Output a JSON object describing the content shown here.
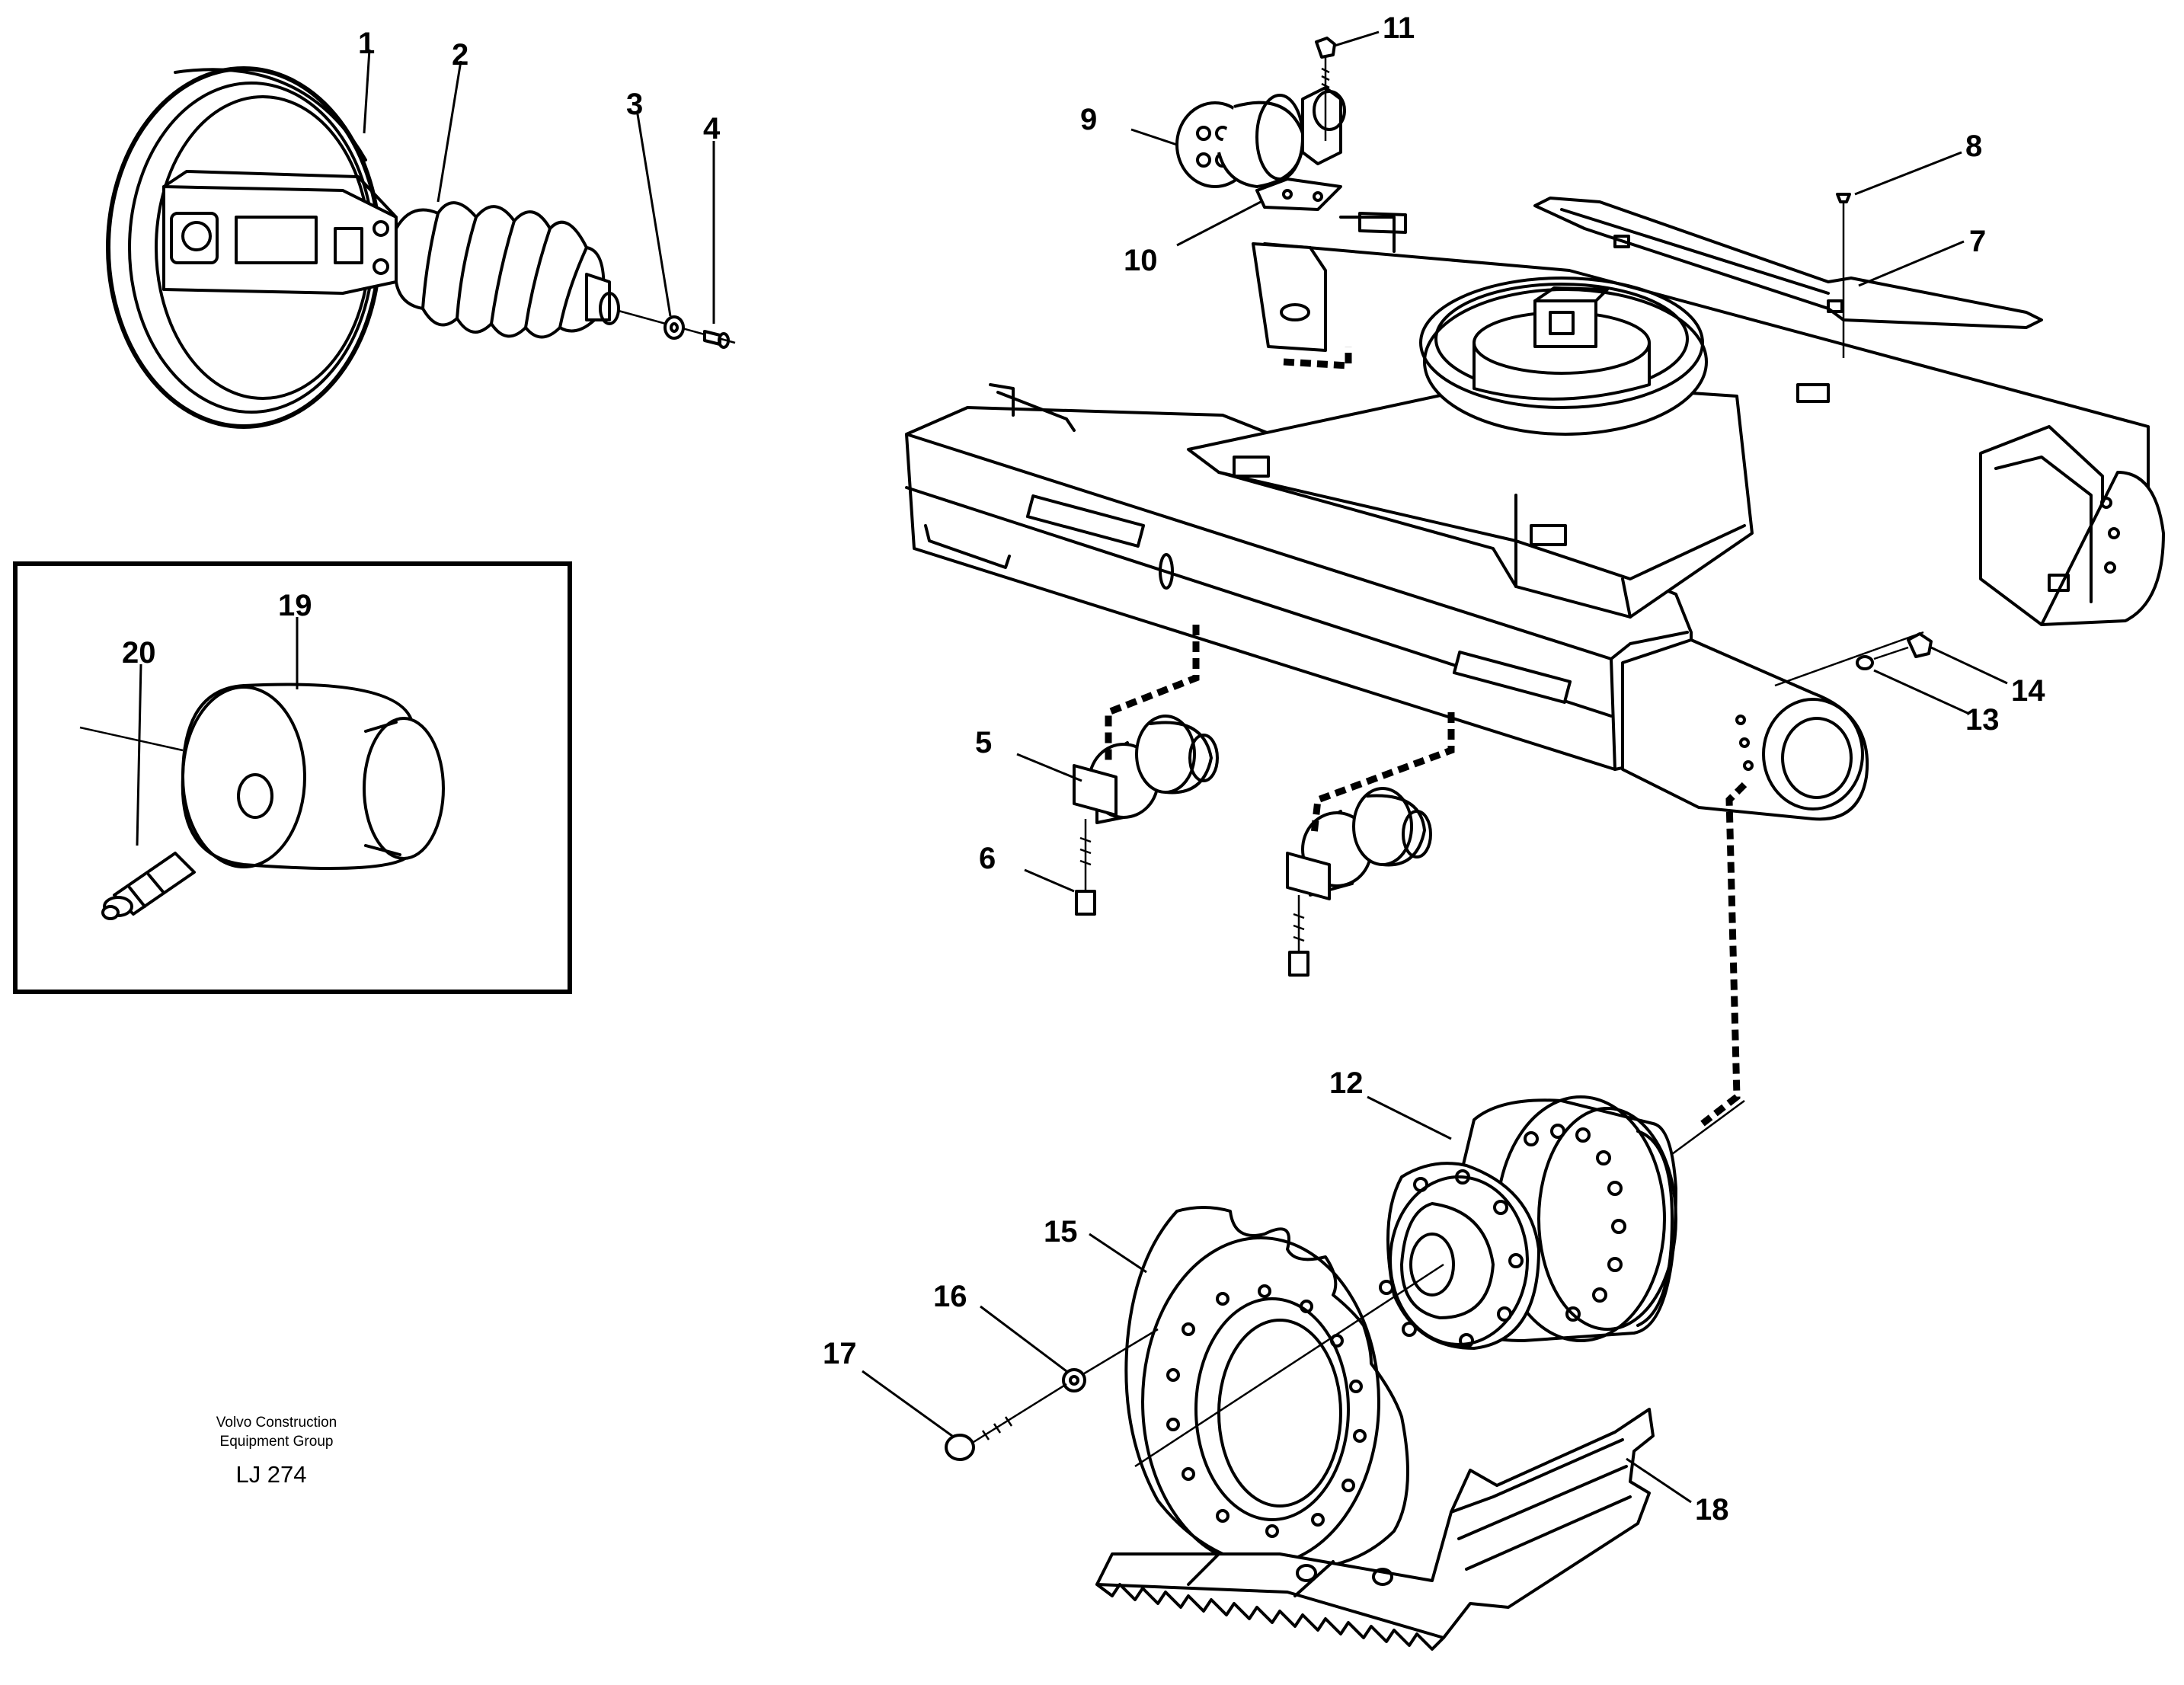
{
  "drawing": {
    "callouts": [
      "1",
      "2",
      "3",
      "4",
      "5",
      "6",
      "7",
      "8",
      "9",
      "10",
      "11",
      "12",
      "13",
      "14",
      "15",
      "16",
      "17",
      "18",
      "19",
      "20"
    ]
  },
  "caption": {
    "line1": "Volvo Construction",
    "line2": "Equipment Group",
    "code": "LJ 274"
  }
}
